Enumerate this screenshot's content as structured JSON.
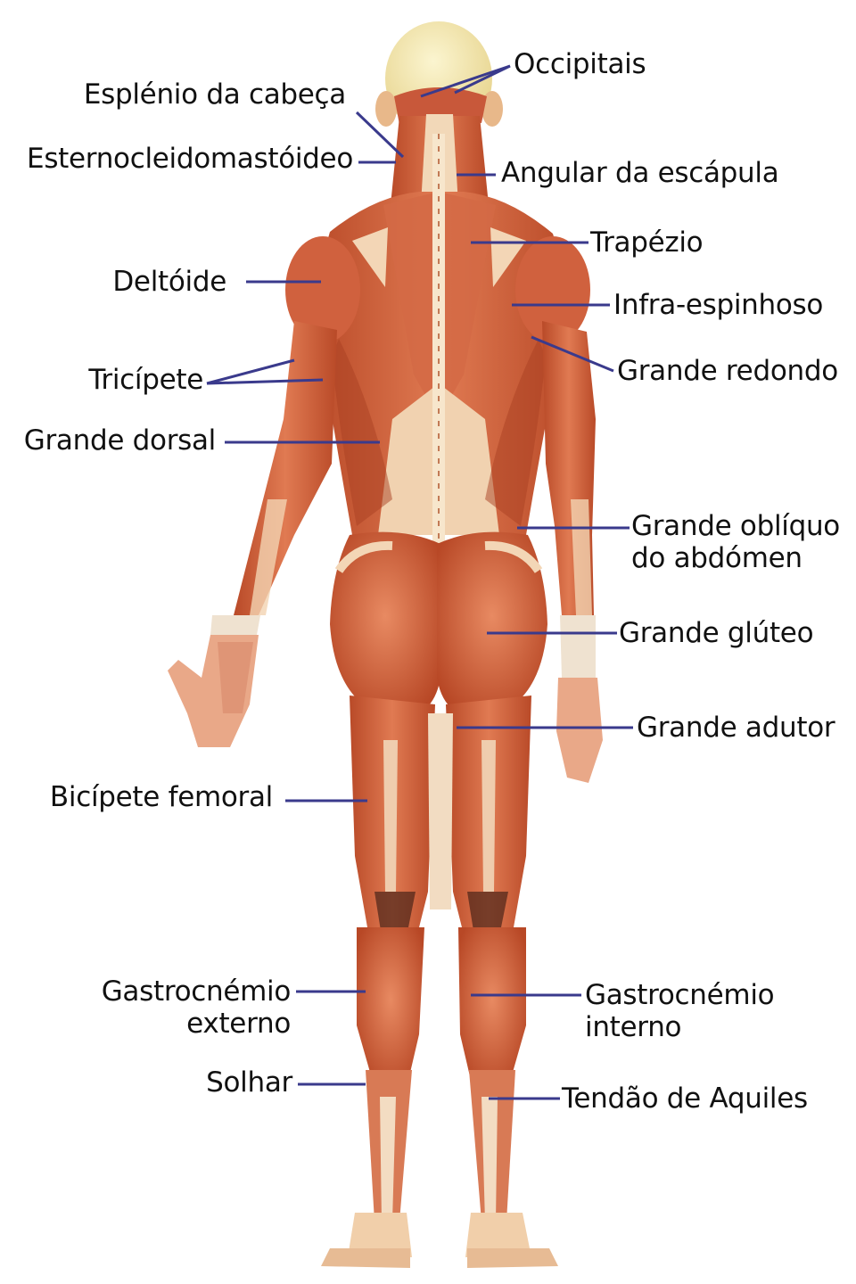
{
  "colors": {
    "background": "#ffffff",
    "leader_line": "#3a3a8c",
    "muscle_light": "#e8805a",
    "muscle_mid": "#c95a35",
    "muscle_dark": "#9c3a1c",
    "tendon": "#f4dcc0",
    "skin": "#f2c9a0",
    "bone_head": "#f3e9a8"
  },
  "labels": {
    "occipitais": "Occipitais",
    "esplenio": "Esplénio da cabeça",
    "esterno": "Esternocleidomastóideo",
    "angular": "Angular da escápula",
    "trapezio": "Trapézio",
    "deltoide": "Deltóide",
    "infra": "Infra-espinhoso",
    "triceps": "Tricípete",
    "redondo": "Grande redondo",
    "dorsal": "Grande dorsal",
    "obliquo_1": "Grande oblíquo",
    "obliquo_2": "do abdómen",
    "gluteo": "Grande glúteo",
    "adutor": "Grande adutor",
    "biceps_fem": "Bicípete femoral",
    "gastro_ext_1": "Gastrocnémio",
    "gastro_ext_2": "externo",
    "gastro_int_1": "Gastrocnémio",
    "gastro_int_2": "interno",
    "solhar": "Solhar",
    "aquiles": "Tendão de Aquiles"
  }
}
